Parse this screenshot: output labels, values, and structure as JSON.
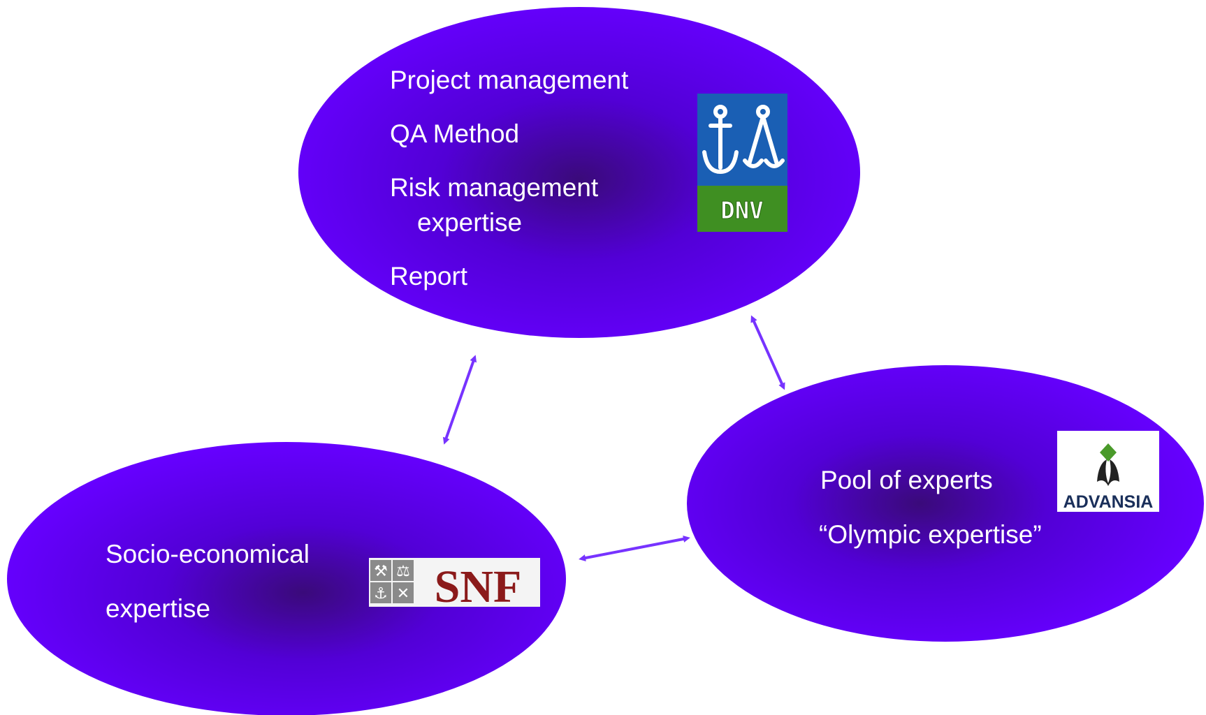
{
  "colors": {
    "ellipse_edge": "#6600ff",
    "ellipse_center": "#3a0a7a",
    "arrow": "#7733ff",
    "dnv_blue": "#1a5fb4",
    "dnv_green": "#3f8f22",
    "snf_red": "#8b1a1a",
    "advansia_green": "#4a9a2a"
  },
  "top_node": {
    "items": [
      "Project management",
      "QA Method",
      "Risk management",
      "expertise",
      "Report"
    ]
  },
  "left_node": {
    "line1": "Socio-economical",
    "line2": "expertise"
  },
  "right_node": {
    "line1": "Pool of experts",
    "line2": "“Olympic expertise”"
  },
  "logos": {
    "dnv": "DNV",
    "snf": "SNF",
    "advansia": "ADVANSIA"
  }
}
